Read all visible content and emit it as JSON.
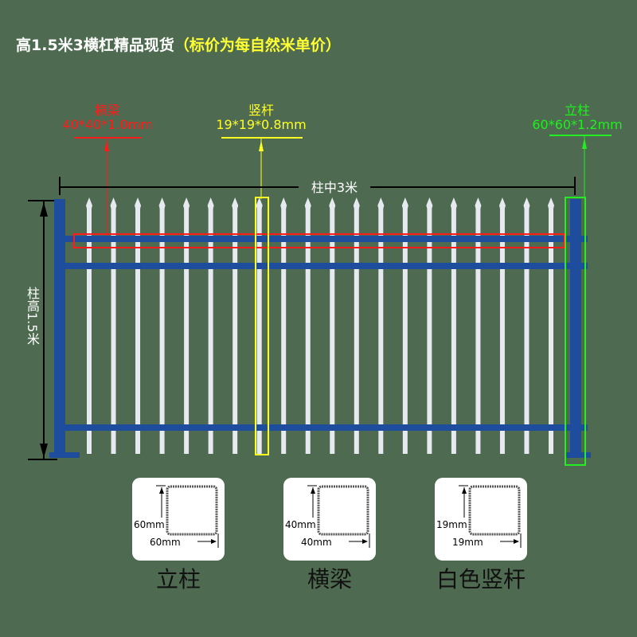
{
  "title": {
    "main": "高1.5米3横杠精品现货",
    "note": "（标价为每自然米单价）"
  },
  "callouts": {
    "rail": {
      "name": "横梁",
      "spec": "40*40*1.0mm",
      "color": "#ff1a1a"
    },
    "picket": {
      "name": "竖杆",
      "spec": "19*19*0.8mm",
      "color": "#ffff22"
    },
    "post": {
      "name": "立柱",
      "spec": "60*60*1.2mm",
      "color": "#22ee22"
    }
  },
  "dimensions": {
    "span": "柱中3米",
    "height": "柱高1.5米"
  },
  "fence": {
    "picket_count": 20,
    "rail_count": 3,
    "frame_color": "#1f4d9e",
    "picket_color": "#e6eaf0"
  },
  "sections": [
    {
      "h_label": "60mm",
      "w_label": "60mm",
      "caption": "立柱"
    },
    {
      "h_label": "40mm",
      "w_label": "40mm",
      "caption": "横梁"
    },
    {
      "h_label": "19mm",
      "w_label": "19mm",
      "caption": "白色竖杆"
    }
  ]
}
